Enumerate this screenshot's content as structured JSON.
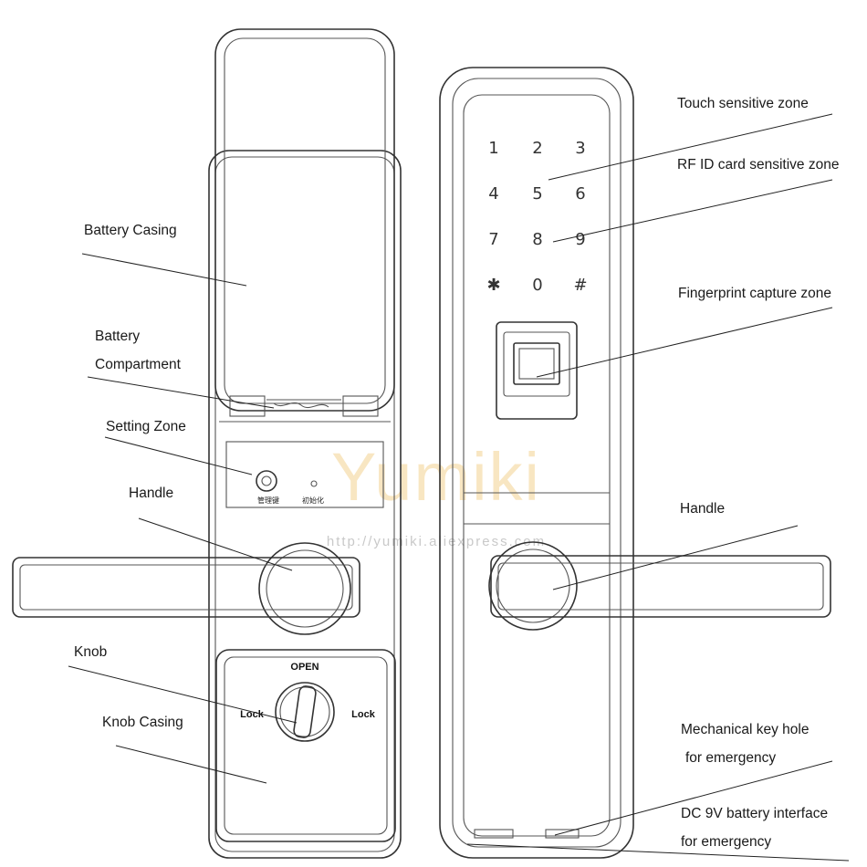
{
  "watermark": {
    "brand": "Yumiki",
    "url": "http://yumiki.aliexpress.com"
  },
  "left_panel": {
    "setting_button_caption": "管理键",
    "reset_caption": "初始化",
    "open_text": "OPEN",
    "lock_left": "Lock",
    "lock_right": "Lock"
  },
  "right_panel": {
    "keypad": [
      "1",
      "2",
      "3",
      "4",
      "5",
      "6",
      "7",
      "8",
      "9",
      "✱",
      "0",
      "#"
    ]
  },
  "labels": {
    "battery_casing": "Battery Casing",
    "battery_compartment_1": "Battery",
    "battery_compartment_2": "Compartment",
    "setting_zone": "Setting Zone",
    "handle_left": "Handle",
    "knob": "Knob",
    "knob_casing": "Knob Casing",
    "touch_zone": "Touch sensitive zone",
    "rfid_zone": "RF ID card sensitive zone",
    "fingerprint_zone": "Fingerprint capture zone",
    "handle_right": "Handle",
    "key_hole_1": "Mechanical key hole",
    "key_hole_2": "for emergency",
    "dc_1": "DC 9V battery interface",
    "dc_2": "for emergency"
  }
}
